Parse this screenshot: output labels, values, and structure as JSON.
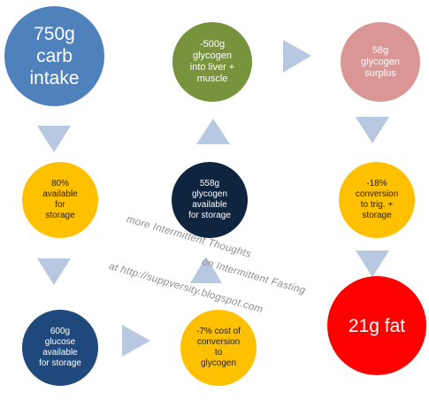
{
  "nodes": {
    "carb_intake": "750g\ncarb\nintake",
    "glycogen_liver": "-500g\nglycogen\ninto liver +\nmuscle",
    "glycogen_surplus": "58g\nglycogen\nsurplus",
    "available_80": "80%\navailable\nfor\nstorage",
    "glycogen_558": "558g\nglycogen\navailable\nfor storage",
    "conversion_18": "-18%\nconversion\nto trig. +\nstorage",
    "glucose_600": "600g\nglucose\navailable\nfor storage",
    "conversion_7": "-7% cost of\nconversion\nto\nglycogen",
    "fat_21": "21g fat"
  },
  "watermark": {
    "line1": "more Intermittent Thoughts",
    "line2": "on Intermittent Fasting",
    "line3": "at http://suppversity.blogspot.com"
  },
  "colors": {
    "arrow": "#b8c8e0",
    "carb": "#4f81bd",
    "liver": "#77933c",
    "surplus": "#d99694",
    "yellow": "#ffc000",
    "navy": "#0f243e",
    "blue": "#1f497d",
    "fat": "#ff0000"
  }
}
